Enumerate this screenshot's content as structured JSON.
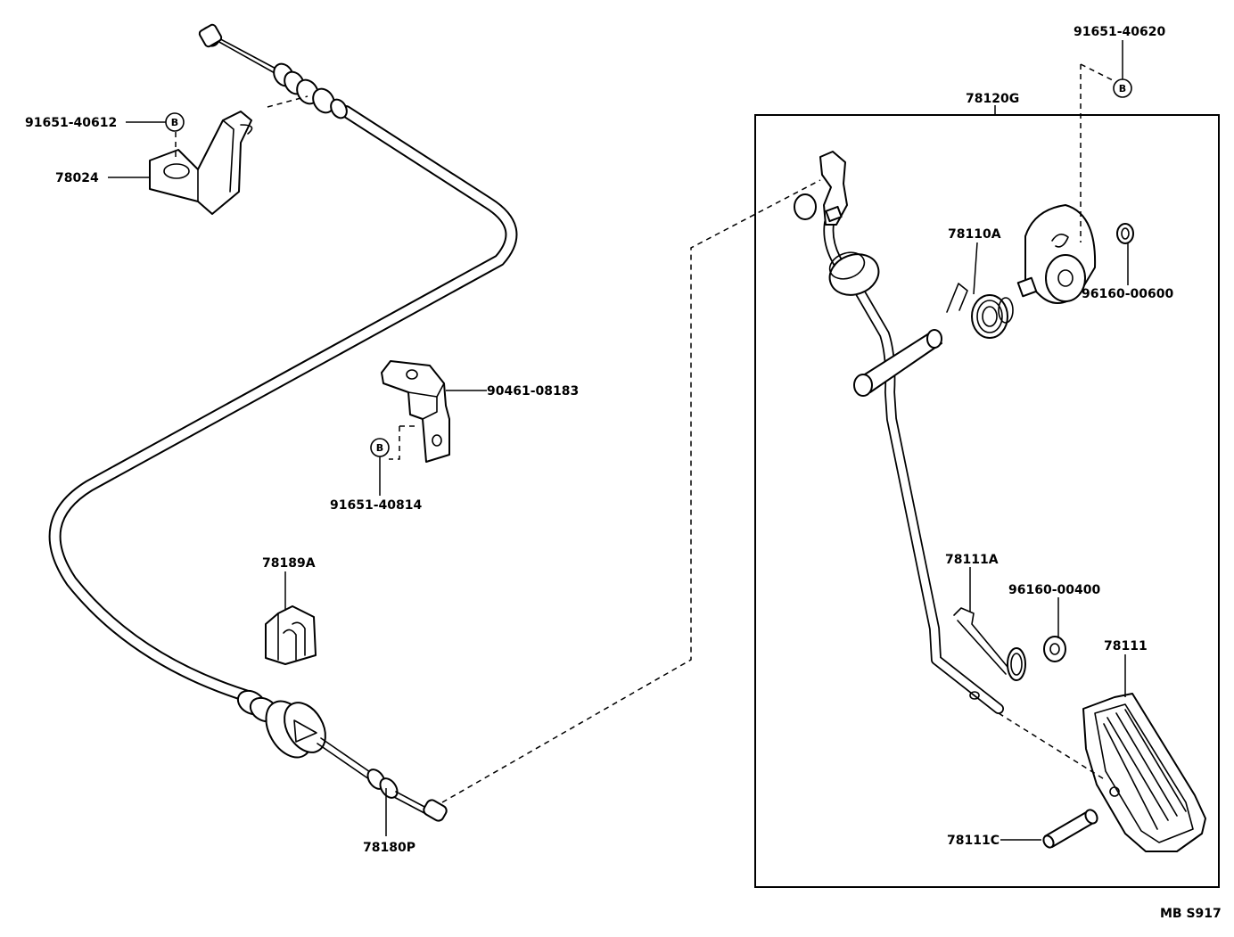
{
  "diagram": {
    "callouts": {
      "c_91651_40612": "91651-40612",
      "c_78024": "78024",
      "c_90461_08183": "90461-08183",
      "c_91651_40814": "91651-40814",
      "c_78189A": "78189A",
      "c_78180P": "78180P",
      "c_91651_40620": "91651-40620",
      "c_78120G": "78120G",
      "c_78110A": "78110A",
      "c_96160_00600": "96160-00600",
      "c_78111A": "78111A",
      "c_96160_00400": "96160-00400",
      "c_78111": "78111",
      "c_78111C": "78111C"
    },
    "bolt_marker": "B",
    "figure_code": "MB S917"
  }
}
